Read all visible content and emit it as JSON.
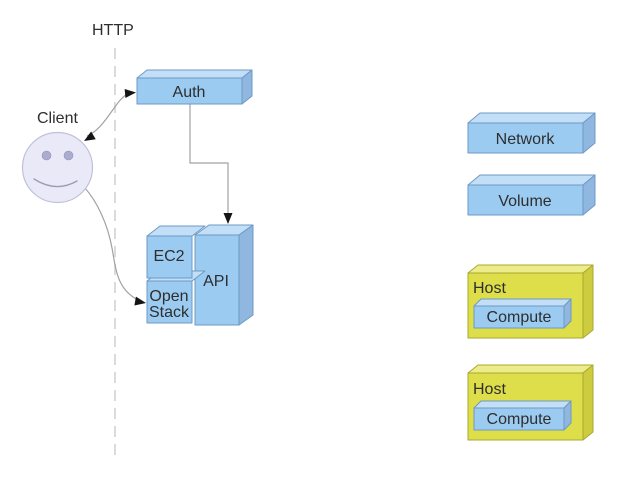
{
  "labels": {
    "http": "HTTP",
    "client": "Client"
  },
  "nodes": {
    "auth": {
      "label": "Auth"
    },
    "ec2": {
      "label": "EC2"
    },
    "openstack": {
      "label_line1": "Open",
      "label_line2": "Stack"
    },
    "api": {
      "label": "API"
    },
    "network": {
      "label": "Network"
    },
    "volume": {
      "label": "Volume"
    },
    "host1": {
      "label": "Host",
      "compute": {
        "label": "Compute"
      }
    },
    "host2": {
      "label": "Host",
      "compute": {
        "label": "Compute"
      }
    }
  },
  "colors": {
    "blue_node_front": "#9ccbf1",
    "blue_node_top": "#c2dff7",
    "blue_node_side": "#8fb7e0",
    "blue_node_border": "#6e99c4",
    "yellow_host_front": "#dede4a",
    "yellow_host_top": "#ecec8a",
    "yellow_host_side": "#cccc3e",
    "yellow_host_border": "#a8a832",
    "client_face_fill": "#e9e9f8",
    "client_face_stroke": "#c0c0d8",
    "connector_line": "#a2a2a2",
    "http_dashed_line": "#dbdbdb",
    "label_text": "#2e2e2e",
    "arrowhead": "#141414"
  }
}
